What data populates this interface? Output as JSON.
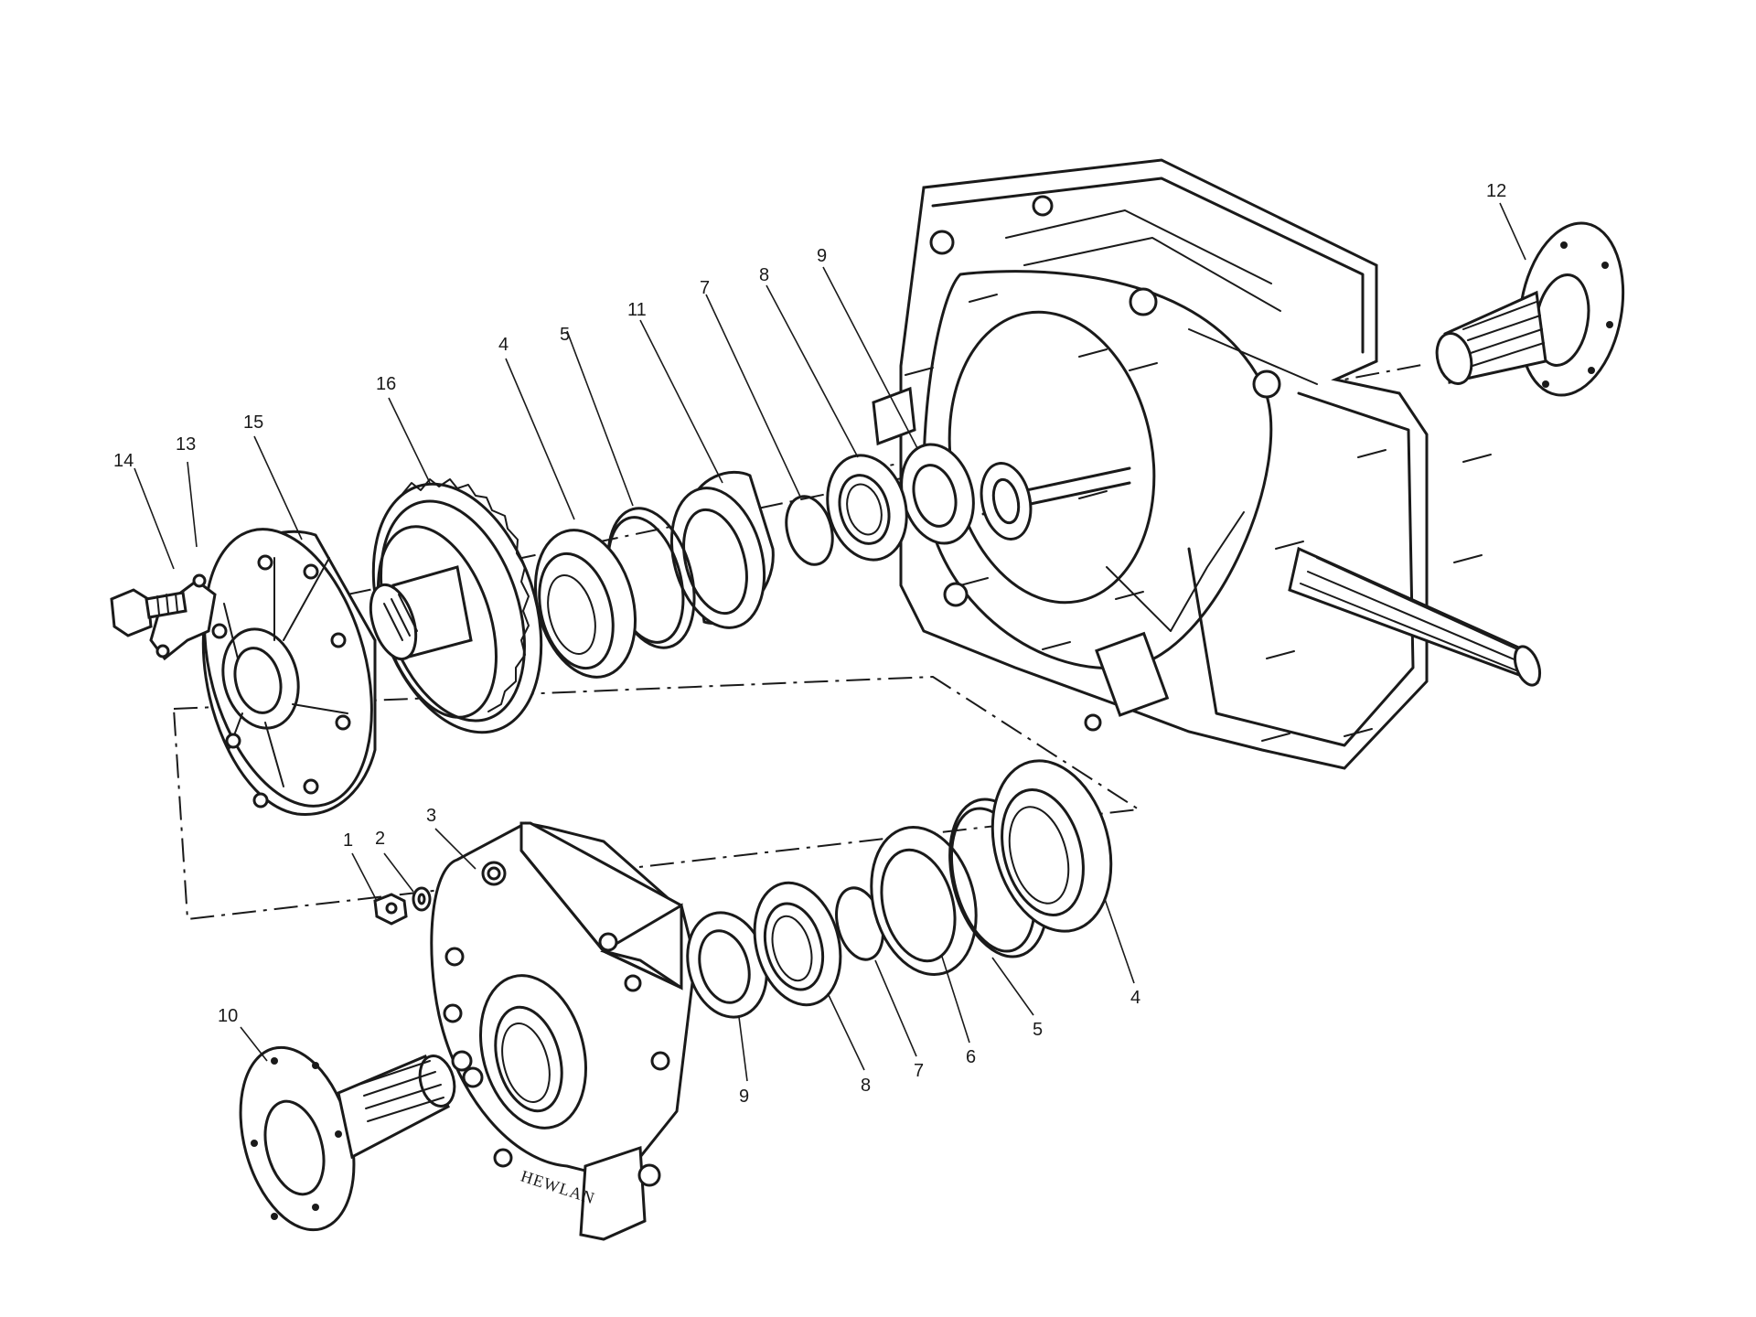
{
  "diagram": {
    "engraving": "HEWLAN",
    "callouts": [
      {
        "id": "c14",
        "text": "14"
      },
      {
        "id": "c13",
        "text": "13"
      },
      {
        "id": "c15",
        "text": "15"
      },
      {
        "id": "c16",
        "text": "16"
      },
      {
        "id": "c4a",
        "text": "4"
      },
      {
        "id": "c5a",
        "text": "5"
      },
      {
        "id": "c11",
        "text": "11"
      },
      {
        "id": "c7a",
        "text": "7"
      },
      {
        "id": "c8a",
        "text": "8"
      },
      {
        "id": "c9a",
        "text": "9"
      },
      {
        "id": "c12",
        "text": "12"
      },
      {
        "id": "c1",
        "text": "1"
      },
      {
        "id": "c2",
        "text": "2"
      },
      {
        "id": "c3",
        "text": "3"
      },
      {
        "id": "c10",
        "text": "10"
      },
      {
        "id": "c9b",
        "text": "9"
      },
      {
        "id": "c8b",
        "text": "8"
      },
      {
        "id": "c7b",
        "text": "7"
      },
      {
        "id": "c6",
        "text": "6"
      },
      {
        "id": "c5b",
        "text": "5"
      },
      {
        "id": "c4b",
        "text": "4"
      }
    ]
  }
}
